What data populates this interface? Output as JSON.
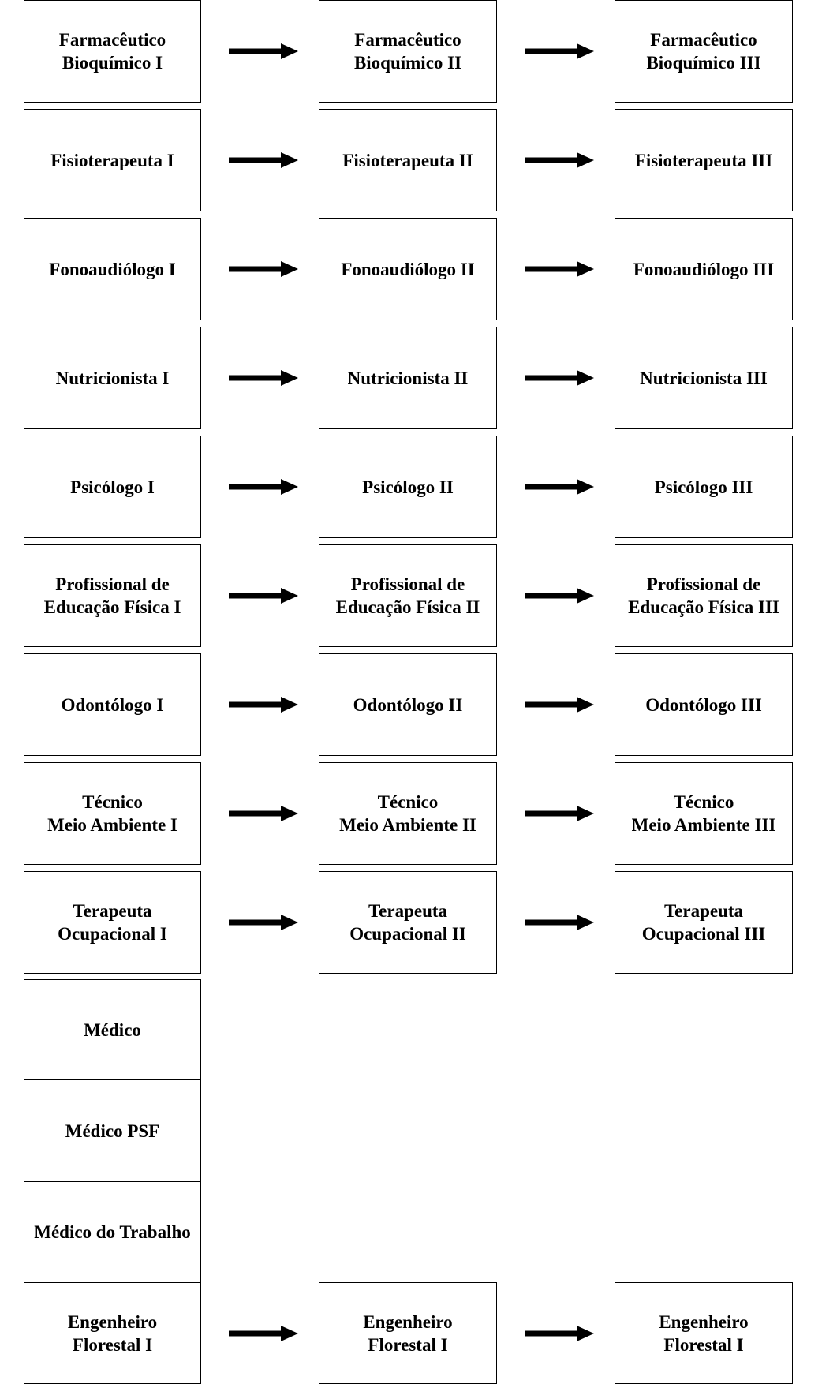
{
  "diagram": {
    "rows": [
      {
        "boxes": [
          "Farmacêutico\nBioquímico I",
          "Farmacêutico\nBioquímico II",
          "Farmacêutico\nBioquímico III"
        ]
      },
      {
        "boxes": [
          "Fisioterapeuta I",
          "Fisioterapeuta II",
          "Fisioterapeuta III"
        ]
      },
      {
        "boxes": [
          "Fonoaudiólogo I",
          "Fonoaudiólogo II",
          "Fonoaudiólogo III"
        ]
      },
      {
        "boxes": [
          "Nutricionista I",
          "Nutricionista II",
          "Nutricionista III"
        ]
      },
      {
        "boxes": [
          "Psicólogo I",
          "Psicólogo II",
          "Psicólogo III"
        ]
      },
      {
        "boxes": [
          "Profissional de\nEducação Física I",
          "Profissional de\nEducação Física II",
          "Profissional de\nEducação Física III"
        ]
      },
      {
        "boxes": [
          "Odontólogo I",
          "Odontólogo II",
          "Odontólogo III"
        ]
      },
      {
        "boxes": [
          "Técnico\nMeio Ambiente I",
          "Técnico\nMeio Ambiente II",
          "Técnico\nMeio Ambiente III"
        ]
      },
      {
        "boxes": [
          "Terapeuta\nOcupacional I",
          "Terapeuta\nOcupacional II",
          "Terapeuta\nOcupacional III"
        ]
      },
      {
        "boxes": [
          "Médico"
        ]
      },
      {
        "boxes": [
          "Médico PSF"
        ]
      },
      {
        "boxes": [
          "Médico do Trabalho"
        ]
      },
      {
        "boxes": [
          "Engenheiro\nFlorestal I",
          "Engenheiro\nFlorestal I",
          "Engenheiro\nFlorestal I"
        ]
      }
    ],
    "colors": {
      "border": "#000000",
      "arrow": "#000000",
      "background": "#ffffff"
    }
  }
}
